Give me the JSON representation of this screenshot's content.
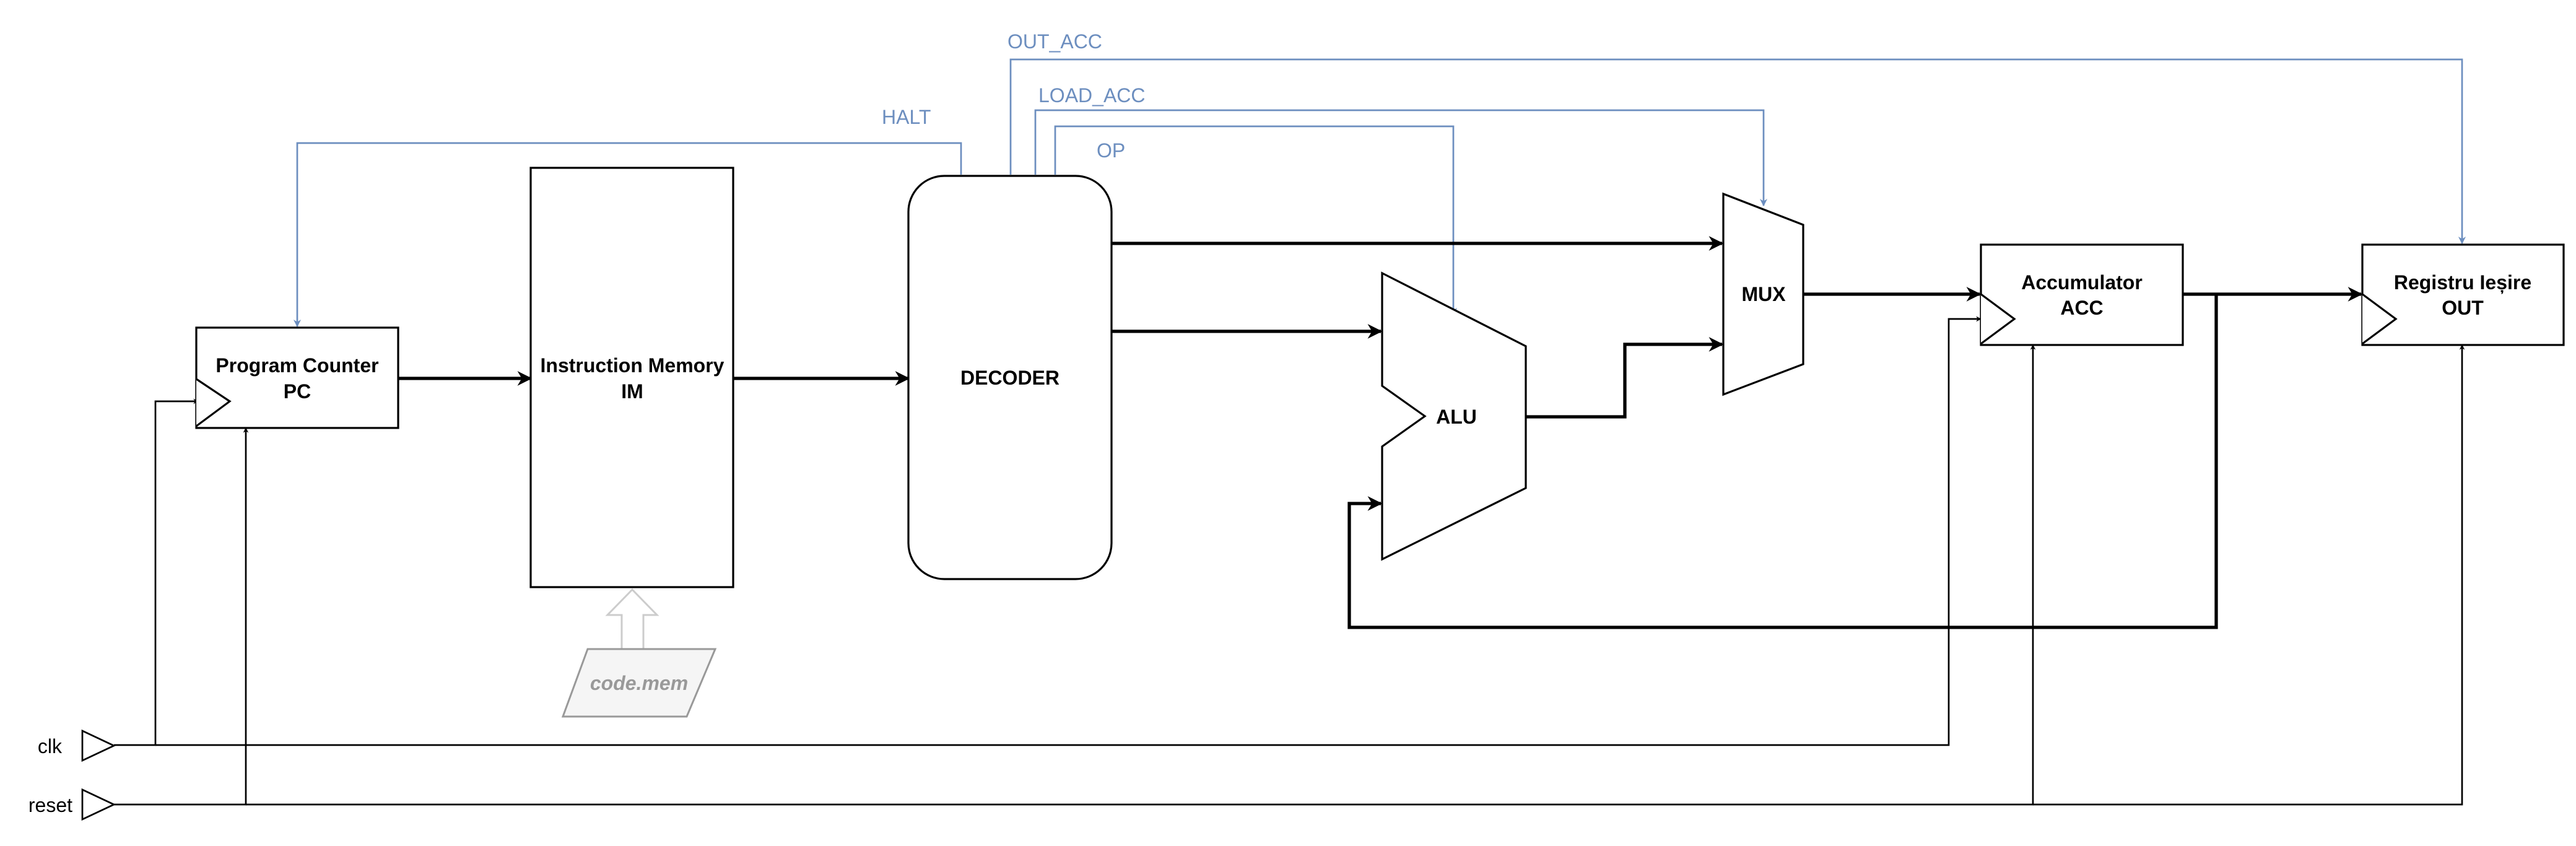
{
  "blocks": {
    "pc": {
      "line1": "Program Counter",
      "line2": "PC"
    },
    "im": {
      "line1": "Instruction Memory",
      "line2": "IM"
    },
    "decoder": {
      "label": "DECODER"
    },
    "alu": {
      "label": "ALU"
    },
    "mux": {
      "label": "MUX"
    },
    "acc": {
      "line1": "Accumulator",
      "line2": "ACC"
    },
    "out": {
      "line1": "Registru Ieșire",
      "line2": "OUT"
    }
  },
  "memory_file": {
    "label": "code.mem"
  },
  "control_signals": {
    "halt": "HALT",
    "out_acc": "OUT_ACC",
    "load_acc": "LOAD_ACC",
    "op": "OP"
  },
  "ports": {
    "clk": "clk",
    "reset": "reset"
  },
  "colors": {
    "control": "#6c8ebf",
    "datapath": "#000000",
    "memory_file": "#999999"
  }
}
